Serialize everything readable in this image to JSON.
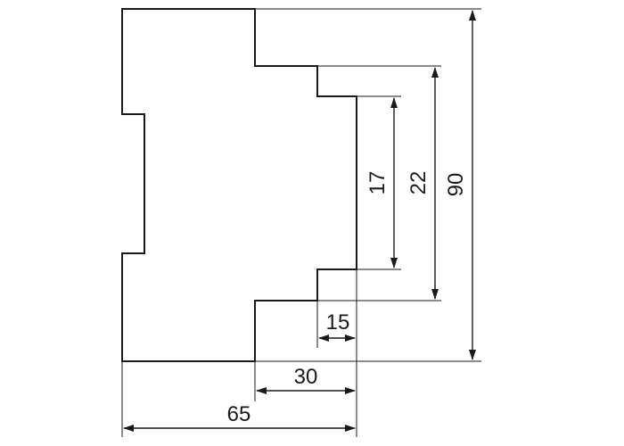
{
  "drawing": {
    "dimensions": {
      "height_total": "90",
      "height_shoulder": "22",
      "height_front": "17",
      "depth_front": "15",
      "depth_shoulder": "30",
      "depth_total": "65"
    }
  }
}
